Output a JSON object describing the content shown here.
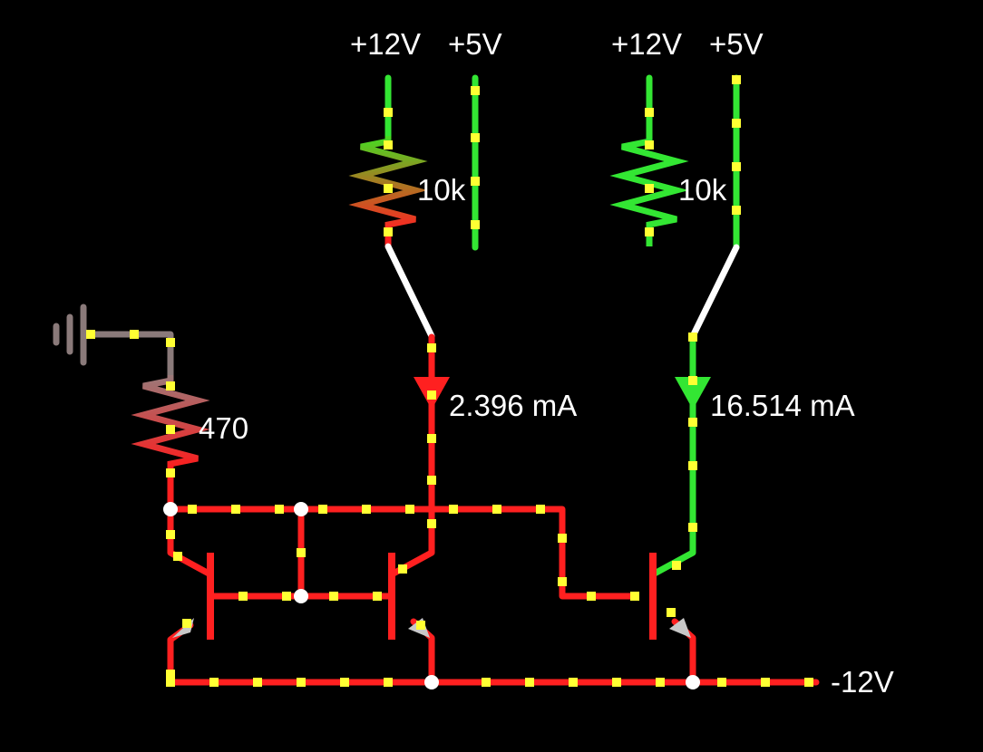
{
  "supplies": {
    "left_12v": "+12V",
    "left_5v": "+5V",
    "right_12v": "+12V",
    "right_5v": "+5V",
    "neg_12v": "-12V"
  },
  "resistors": {
    "left_load": "10k",
    "right_load": "10k",
    "bias": "470"
  },
  "currents": {
    "left": "2.396 mA",
    "right": "16.514 mA"
  },
  "colors": {
    "background": "#000000",
    "wire_red": "#ff2020",
    "wire_green": "#33e633",
    "wire_gray": "#8a7a7a",
    "switch": "#ffffff",
    "current_dot": "#ffff33",
    "node": "#ffffff",
    "emitter_arrow": "#c8c8c8"
  }
}
